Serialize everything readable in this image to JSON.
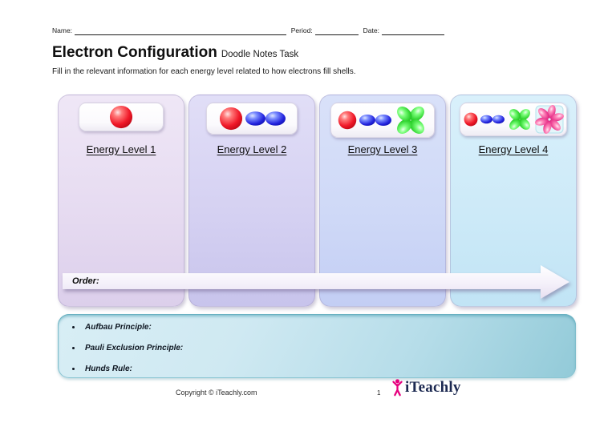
{
  "document": {
    "header": {
      "name_label": "Name:",
      "period_label": "Period:",
      "date_label": "Date:"
    },
    "title": "Electron Configuration",
    "title_tag": "Doodle Notes Task",
    "instructions": "Fill in the relevant information for each energy level related to how electrons fill shells.",
    "order_label": "Order:",
    "energy_levels": [
      {
        "label": "Energy Level 1",
        "orbitals": [
          "s"
        ]
      },
      {
        "label": "Energy Level 2",
        "orbitals": [
          "s",
          "p"
        ]
      },
      {
        "label": "Energy Level 3",
        "orbitals": [
          "s",
          "p",
          "d"
        ]
      },
      {
        "label": "Energy Level 4",
        "orbitals": [
          "s",
          "p",
          "d",
          "f"
        ]
      }
    ],
    "principles": [
      {
        "label": "Aufbau Principle:"
      },
      {
        "label": "Pauli Exclusion Principle:"
      },
      {
        "label": "Hunds Rule:"
      }
    ],
    "footer": {
      "copyright": "Copyright © iTeachly.com",
      "page_number": "1",
      "brand": "iTeachly"
    },
    "colors": {
      "card1_top": "#efe7f6",
      "card1_bottom": "#dccfeb",
      "card2_top": "#e1def7",
      "card2_bottom": "#c8c4ec",
      "card3_top": "#d9e1f9",
      "card3_bottom": "#c3cef4",
      "card4_top": "#d9f0fb",
      "card4_bottom": "#c1e4f5",
      "panel_light": "#d8eef5",
      "panel_dark": "#92cad8",
      "orbital_s_red": "#ee1c25",
      "orbital_p_blue": "#2222dd",
      "orbital_d_green": "#33cc33",
      "orbital_f_pink": "#e8368c",
      "brand_pink": "#e6007e",
      "brand_navy": "#1c2951"
    }
  }
}
